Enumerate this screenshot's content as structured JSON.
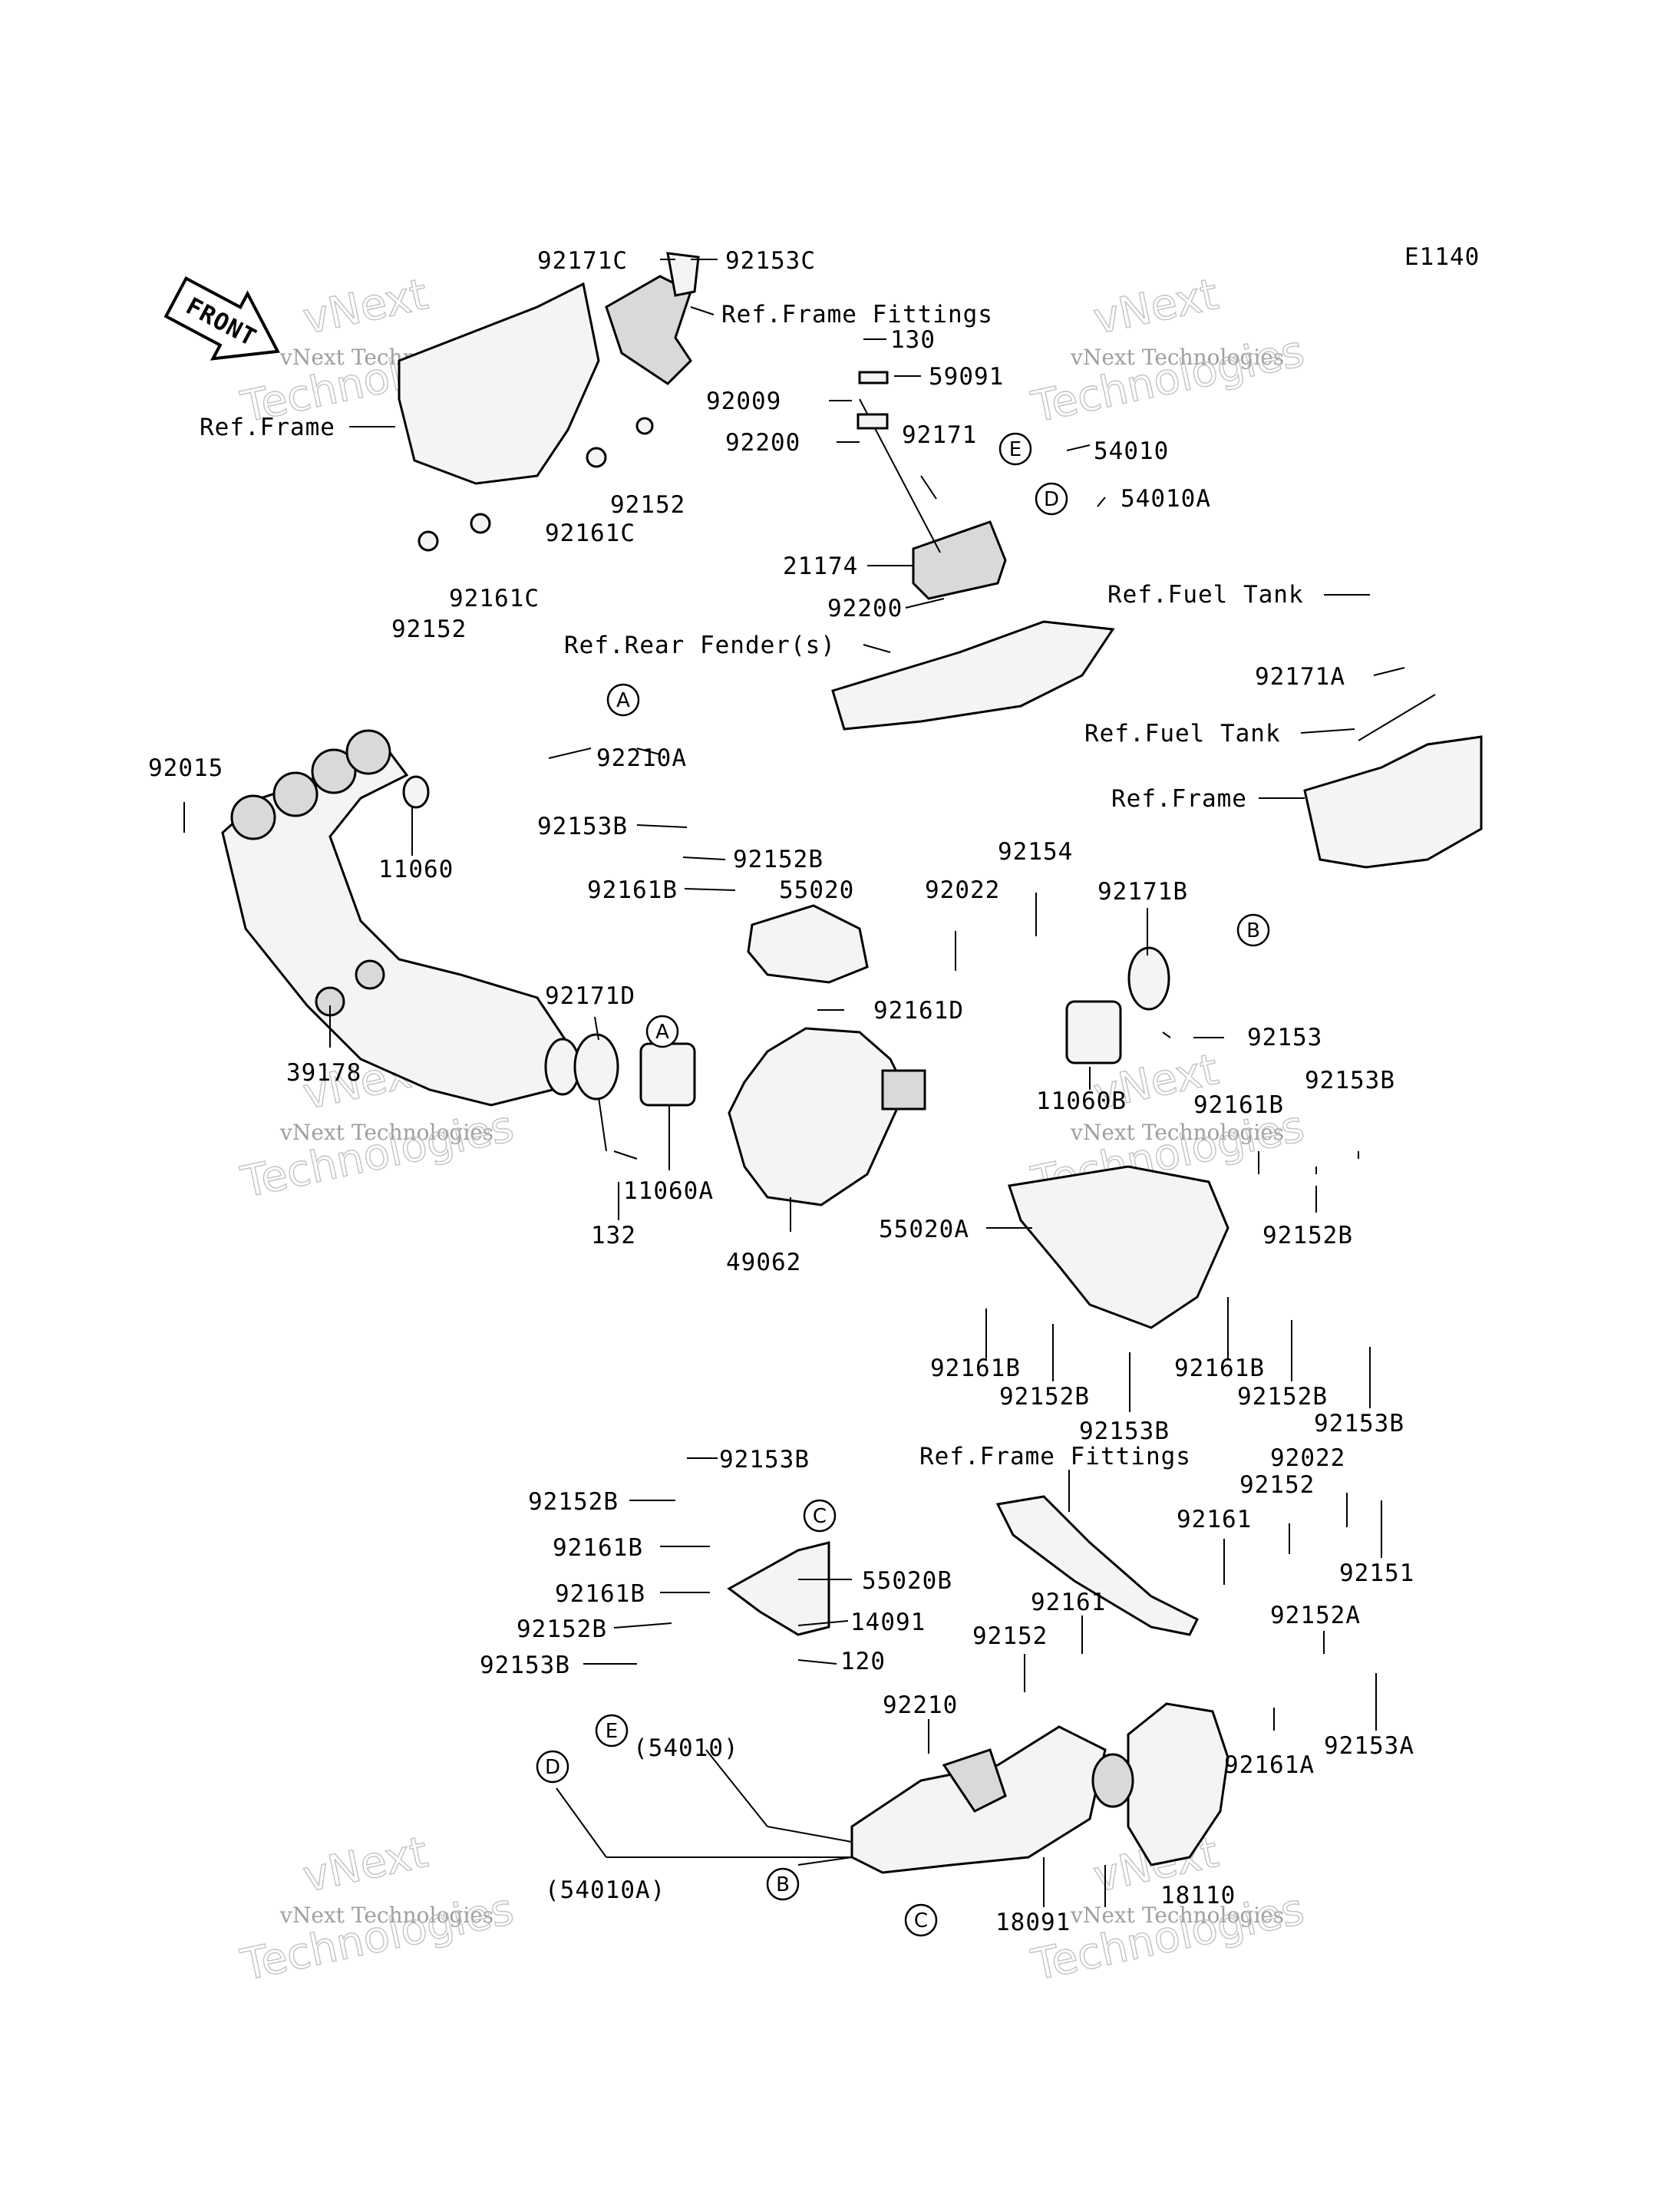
{
  "diagram_code": "E1140",
  "front_label": "FRONT",
  "watermark": {
    "brand": "vNext",
    "company": "vNext Technologies",
    "word": "Technologies"
  },
  "labels": [
    "92171C",
    "92153C",
    "Ref.Frame Fittings",
    "130",
    "59091",
    "92009",
    "92200",
    "92171",
    "54010",
    "54010A",
    "Ref.Frame",
    "92161C",
    "92152",
    "92161C",
    "92152",
    "21174",
    "92200",
    "Ref.Fuel Tank",
    "Ref.Rear Fender(s)",
    "92171A",
    "Ref.Fuel Tank",
    "Ref.Frame",
    "92210A",
    "92015",
    "11060",
    "92153B",
    "92152B",
    "92161B",
    "55020",
    "92022",
    "92154",
    "92171B",
    "92161D",
    "92171D",
    "92153",
    "39178",
    "11060B",
    "92153B",
    "92161B",
    "132",
    "11060A",
    "49062",
    "55020A",
    "92152B",
    "92161B",
    "92152B",
    "92153B",
    "92161B",
    "92152B",
    "92153B",
    "92153B",
    "Ref.Frame Fittings",
    "92022",
    "92152B",
    "92152",
    "92161B",
    "92161",
    "55020B",
    "92151",
    "92161B",
    "14091",
    "92161",
    "92152B",
    "92153B",
    "120",
    "92152",
    "92152A",
    "92210",
    "(54010)",
    "92161A",
    "92153A",
    "(54010A)",
    "18091",
    "18110"
  ],
  "callouts": [
    "A",
    "A",
    "B",
    "B",
    "C",
    "C",
    "D",
    "D",
    "E",
    "E"
  ]
}
